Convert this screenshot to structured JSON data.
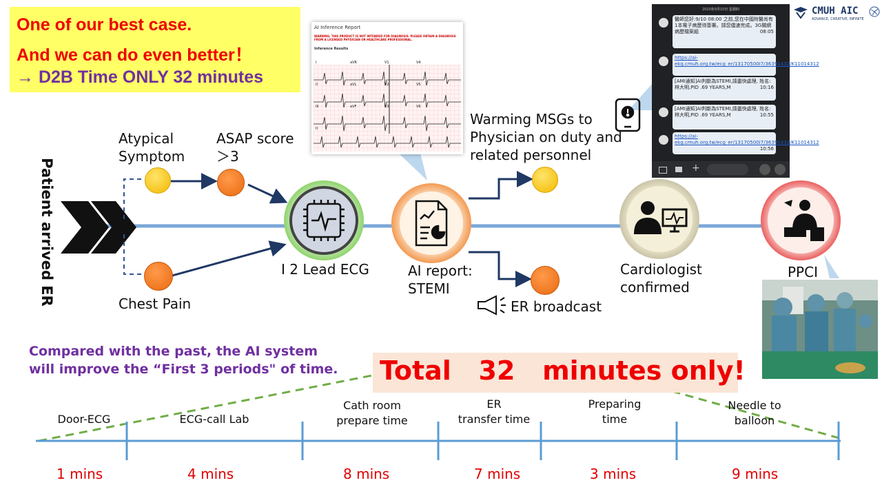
{
  "callout": {
    "line1": "One of our best case.",
    "line2": "And we can do even better！",
    "line3": "→ D2B Time ONLY 32 minutes"
  },
  "logo": {
    "name": "CMUH AIC",
    "tagline": "ADVANCE, CREATIVE, INFINITE"
  },
  "vertical_label": "Patient arrived ER",
  "flow": {
    "atypical": "Atypical\nSymptom",
    "asap": "ASAP score\n＞3",
    "chest_pain": "Chest Pain",
    "ecg": "I 2 Lead ECG",
    "ai_report": "AI report:\nSTEMI",
    "warning": "Warming MSGs to\nPhysician on duty and\nrelated personnel",
    "broadcast": "ER broadcast",
    "cardiologist": "Cardiologist\nconfirmed",
    "ppci": "PPCI"
  },
  "report": {
    "title": "AI Inference Report",
    "warning": "WARNING: THIS PRODUCT IS NOT INTENDED FOR DIAGNOSIS. PLEASE OBTAIN A DIAGNOSIS FROM A LICENSED PHYSICIAN OR HEALTHCARE PROFESSIONAL.",
    "results": "Inference Results",
    "leads": [
      "I",
      "aVR",
      "V1",
      "V4",
      "II",
      "aVL",
      "V2",
      "V5",
      "III",
      "aVF",
      "V3",
      "V6",
      "II"
    ]
  },
  "phone": {
    "date": "2020年9月10日 星期四",
    "messages": [
      {
        "text": "醫師您好:9/10 08:00 之前,您在中國附醫尚有1本電子病歷待簽署。請您儘速完成。3G關網 病歷檔案組",
        "time": "08:05"
      },
      {
        "text": "https://ai-ekg.cmuh.org.tw/ecg_er/13170500I7/36391432/K11014312",
        "time": ""
      },
      {
        "text": "[AMI通知]AI判斷為STEMI,請盡快處理, 姓名:林大明,PID .69 YEARS,M",
        "time": "10:16"
      },
      {
        "text": "[AMI通知]AI判斷為STEMI,請盡快處理, 姓名:林大明,PID .69 YEARS,M",
        "time": "10:55"
      },
      {
        "text": "https://ai-ekg.cmuh.org.tw/ecg_er/13170500I7/36391432/K11014312",
        "time": "10:56"
      }
    ]
  },
  "compared_text": "Compared with the past, the AI system\nwill improve the “First 3 periods\" of time.",
  "total_text": "Total   32   minutes only!",
  "timeline": {
    "segments": [
      {
        "label": "Door-ECG",
        "value": "1 mins"
      },
      {
        "label": "ECG-call Lab",
        "value": "4 mins"
      },
      {
        "label": "Cath room\nprepare time",
        "value": "8 mins"
      },
      {
        "label": "ER\ntransfer time",
        "value": "7 mins"
      },
      {
        "label": "Preparing\ntime",
        "value": "3 mins"
      },
      {
        "label": "Needle to\nballoon",
        "value": "9 mins"
      }
    ]
  },
  "colors": {
    "red": "#ee0000",
    "purple": "#7030a0",
    "timeline_blue": "#5b9bd5",
    "arrow_navy": "#1f3864",
    "dashed_green": "#70ad47"
  }
}
